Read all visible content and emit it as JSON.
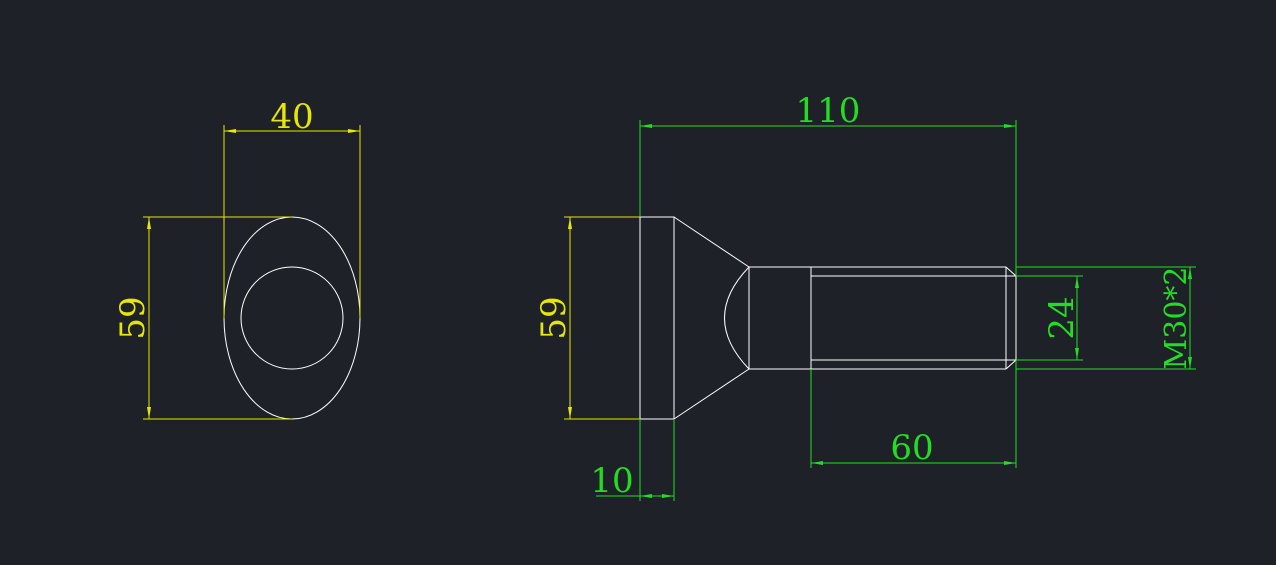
{
  "colors": {
    "background": "#1e2228",
    "geometry": "#ffffff",
    "dimension_left": "#e6e600",
    "dimension_right": "#22dd22"
  },
  "left_view": {
    "width_label": "40",
    "height_label": "59"
  },
  "right_view": {
    "overall_length_label": "110",
    "head_height_label": "59",
    "head_thickness_label": "10",
    "thread_length_label": "60",
    "minor_diameter_label": "24",
    "thread_spec_label": "M30*2"
  }
}
